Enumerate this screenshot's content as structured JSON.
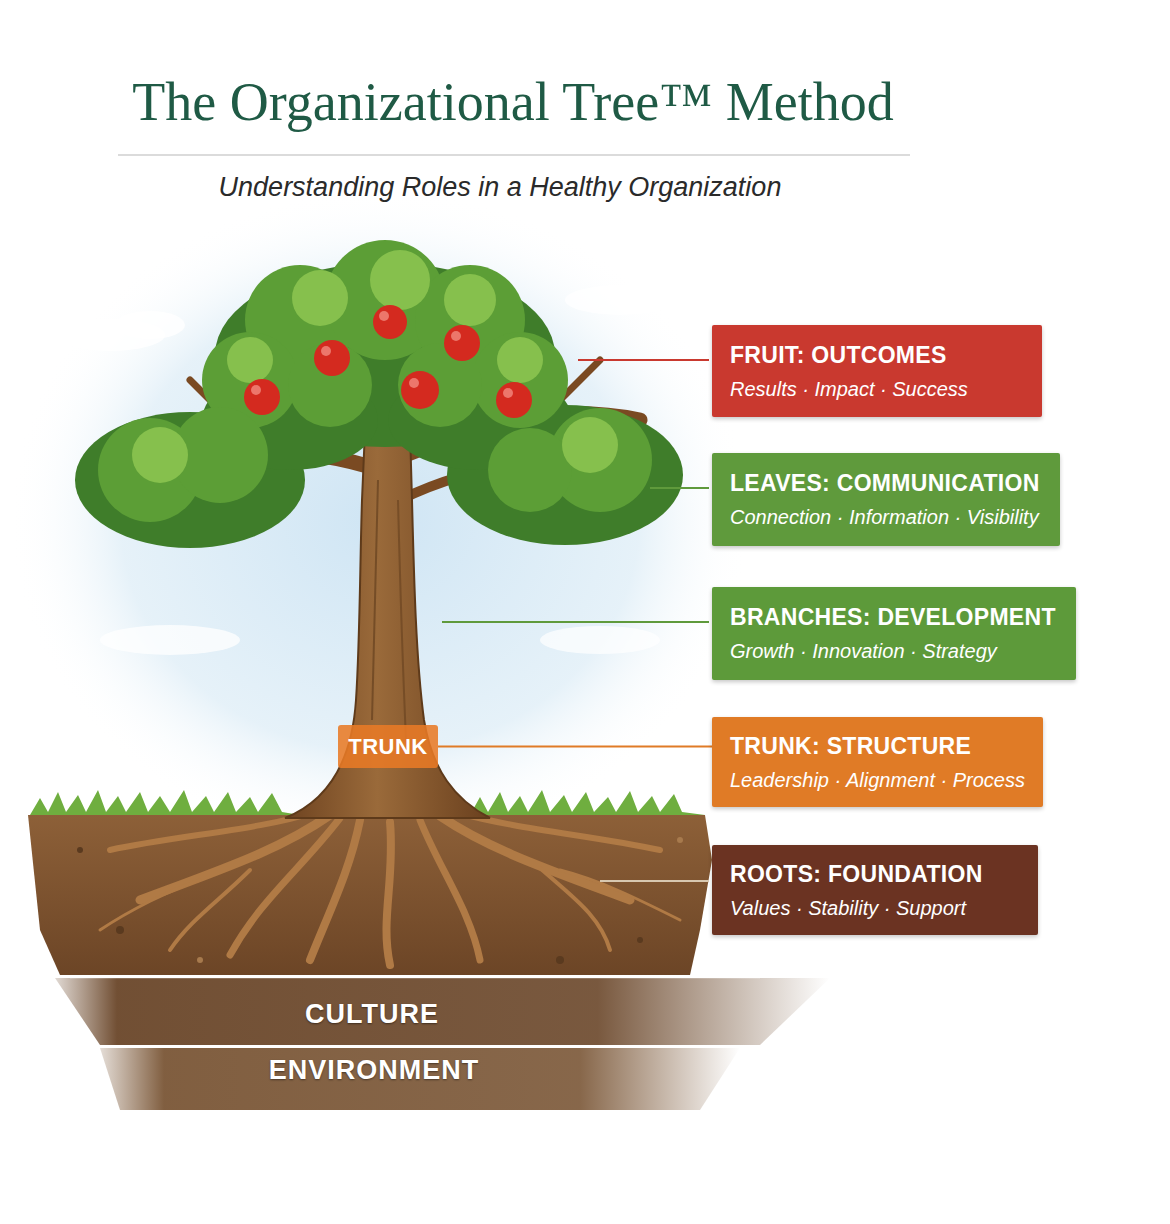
{
  "diagram": {
    "title": "The Organizational Tree™ Method",
    "nodes": [
      {
        "text": [
          "FRUIT: OUTCOMES",
          "Results · Impact · Success"
        ]
      },
      {
        "text": [
          "LEAVES: COMMUNICATION",
          "Connection · Information · Visibility"
        ]
      },
      {
        "text": [
          "BRANCHES: DEVELOPMENT",
          "Growth · Innovation · Strategy"
        ]
      },
      {
        "text": [
          "TRUNK"
        ]
      },
      {
        "text": [
          "TRUNK: STRUCTURE",
          "Leadership · Alignment · Process"
        ]
      },
      {
        "text": [
          "ROOTS: FOUNDATION",
          "Values · Stability · Support"
        ]
      }
    ],
    "edges": [
      {
        "from": 3,
        "to": 4,
        "arrow": "none"
      }
    ],
    "labels": [
      "Understanding Roles in a Healthy Organization",
      "CULTURE",
      "ENVIRONMENT"
    ]
  }
}
